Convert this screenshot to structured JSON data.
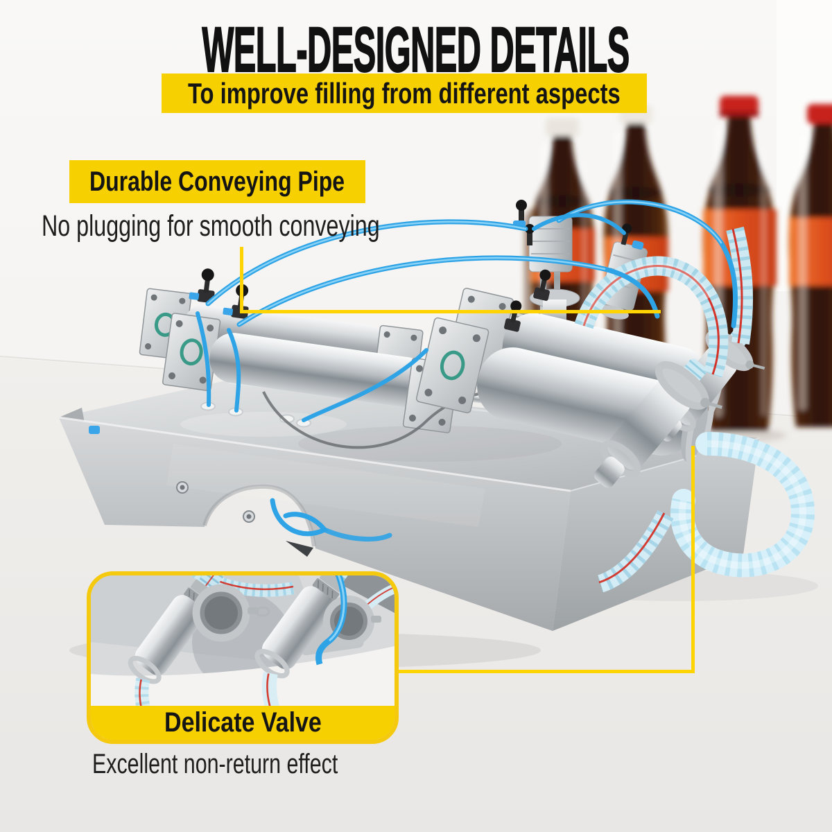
{
  "header": {
    "title": "WELL-DESIGNED DETAILS",
    "subtitle": "To improve filling from different aspects"
  },
  "callouts": {
    "conveying_pipe": {
      "label": "Durable Conveying Pipe",
      "description": "No plugging for smooth conveying"
    },
    "valve": {
      "label": "Delicate Valve",
      "description": "Excellent non-return effect"
    }
  },
  "colors": {
    "accent_yellow": "#F6D001",
    "connector_yellow": "#FFD402",
    "inset_border_yellow": "#F5C90E",
    "title_color": "#111111",
    "text_color": "#1D1D1D",
    "machine_steel_gray": "#C6CACD",
    "pneumatic_tube_blue": "#2EA3E6",
    "hose_light_blue": "#CFEAF5",
    "hose_stripe_red": "#D42A1E",
    "cola_label_orange": "#DD4F1D",
    "cola_cap_red": "#C8241C"
  },
  "scene_icons": {
    "machine": "filling-machine-photo",
    "bottles": "cola-bottles-photo",
    "inset": "valve-closeup-photo"
  }
}
